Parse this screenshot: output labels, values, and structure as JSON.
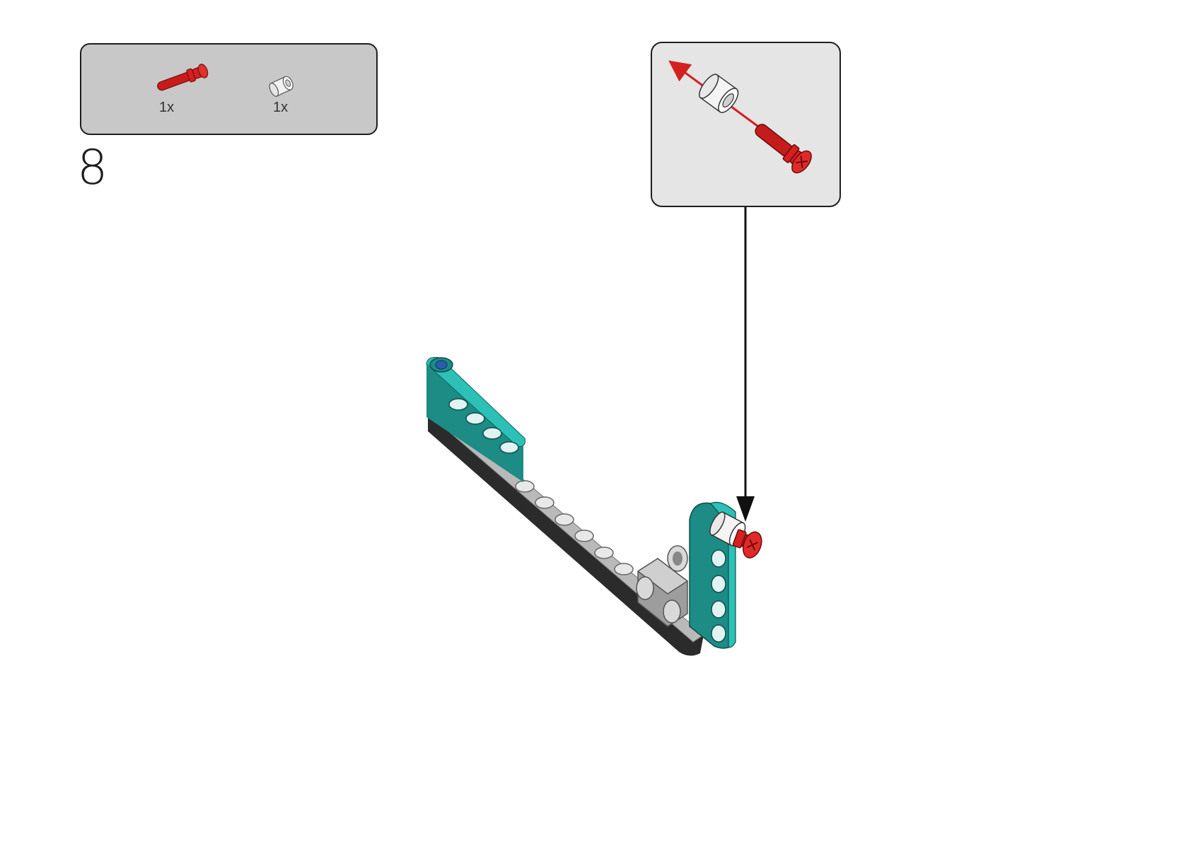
{
  "step": {
    "number": "8"
  },
  "parts_list": {
    "items": [
      {
        "name": "red-axle-pin",
        "quantity": "1x",
        "color": "#d42020"
      },
      {
        "name": "white-bush",
        "quantity": "1x",
        "color": "#f2f2f2"
      }
    ]
  },
  "colors": {
    "beam_teal": "#1fa39b",
    "beam_dark": "#2b2b2b",
    "connector_grey": "#b4b4b4",
    "pin_red": "#d42020",
    "bush_white": "#f4f4f4",
    "axle_blue": "#2a5db0"
  }
}
